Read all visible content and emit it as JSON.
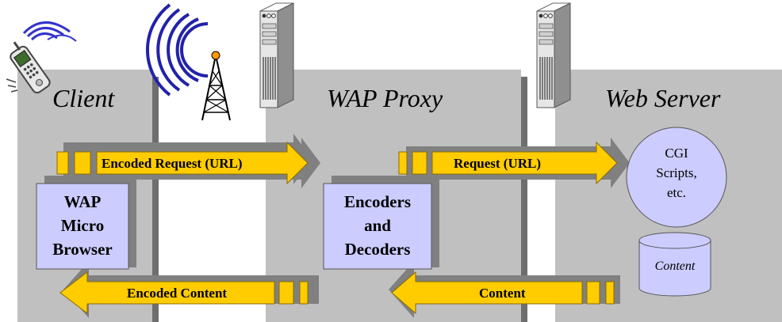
{
  "colors": {
    "panel": "#c0c0c0",
    "panel_edge": "#6e6e6e",
    "arrow_fill": "#ffcc00",
    "arrow_stroke": "#8a6d00",
    "box_fill": "#ccccff",
    "shadow": "#808080",
    "tower_signal": "#2222aa",
    "tower_tip": "#ff9900"
  },
  "sections": {
    "client": {
      "title": "Client"
    },
    "proxy": {
      "title": "WAP Proxy"
    },
    "server": {
      "title": "Web Server"
    }
  },
  "arrows": {
    "encoded_request": "Encoded Request (URL)",
    "request": "Request (URL)",
    "encoded_content": "Encoded Content",
    "content": "Content"
  },
  "boxes": {
    "browser": {
      "line1": "WAP",
      "line2": "Micro",
      "line3": "Browser"
    },
    "codec": {
      "line1": "Encoders",
      "line2": "and",
      "line3": "Decoders"
    }
  },
  "cgi": {
    "line1": "CGI",
    "line2": "Scripts,",
    "line3": "etc."
  },
  "database": {
    "label": "Content"
  },
  "icons": [
    "phone-icon",
    "antenna-tower-icon",
    "server-icon",
    "server-icon"
  ]
}
